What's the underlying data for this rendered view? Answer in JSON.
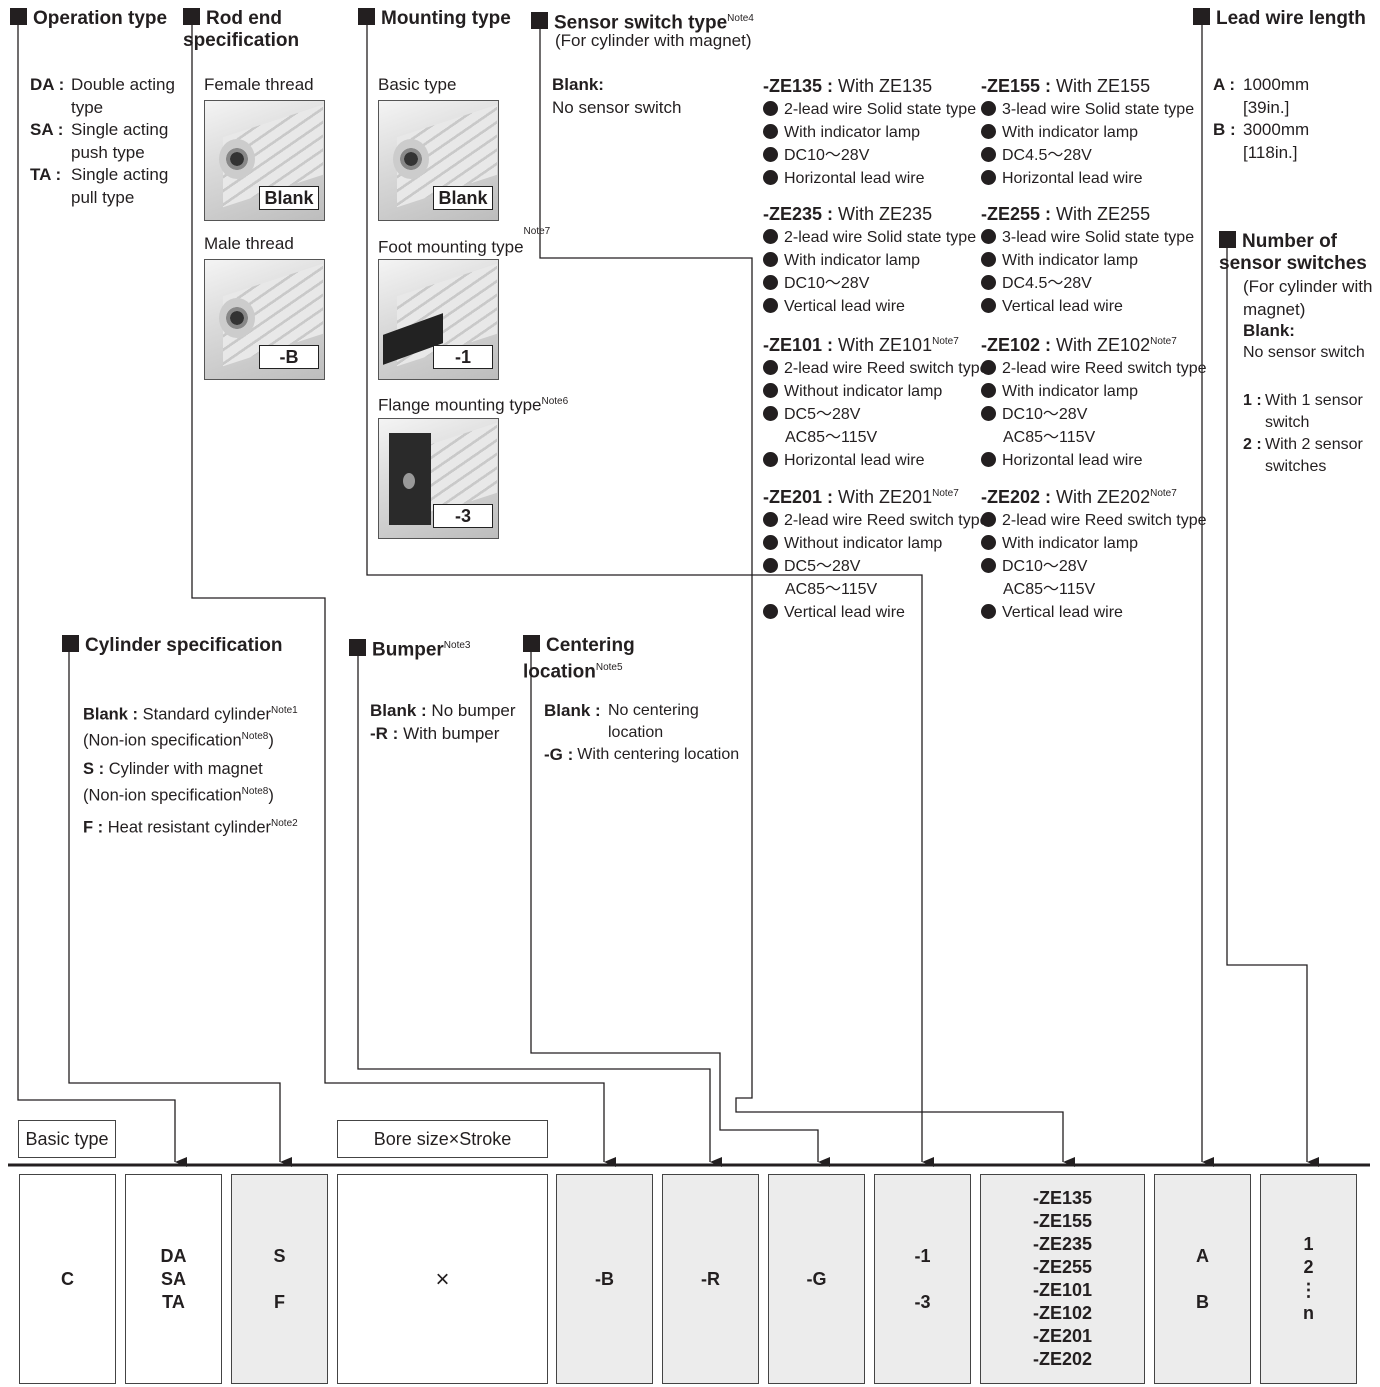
{
  "headers": {
    "operation": "Operation type",
    "rod_end": "Rod end specification",
    "mounting": "Mounting type",
    "sensor_switch": "Sensor switch type",
    "sensor_switch_note": "Note4",
    "sensor_switch_sub": "(For cylinder with magnet)",
    "lead_wire": "Lead wire length",
    "num_sensors": "Number of sensor switches",
    "num_sensors_sub": "(For cylinder with magnet)",
    "cylinder_spec": "Cylinder specification",
    "bumper": "Bumper",
    "bumper_note": "Note3",
    "centering": "Centering location",
    "centering_note": "Note5"
  },
  "operation": [
    {
      "code": "DA :",
      "text": "Double acting type"
    },
    {
      "code": "SA :",
      "text": "Single acting push type"
    },
    {
      "code": "TA :",
      "text": "Single acting pull type"
    }
  ],
  "rod_end": {
    "female": "Female thread",
    "female_code": "Blank",
    "male": "Male thread",
    "male_code": "-B"
  },
  "mounting": {
    "basic": "Basic type",
    "basic_code": "Blank",
    "foot": "Foot mounting type",
    "foot_note": "Note7",
    "foot_code": "-1",
    "flange": "Flange mounting type",
    "flange_note": "Note6",
    "flange_code": "-3"
  },
  "sensor_blank": {
    "code": "Blank:",
    "text": "No sensor switch"
  },
  "sensors": [
    {
      "code": "-ZE135 :",
      "with": "With ZE135",
      "note": "",
      "lines": [
        "2-lead wire Solid state type",
        "With indicator lamp",
        "DC10～28V",
        "Horizontal lead wire"
      ],
      "extra": ""
    },
    {
      "code": "-ZE155 :",
      "with": "With ZE155",
      "note": "",
      "lines": [
        "3-lead wire Solid state type",
        "With indicator lamp",
        "DC4.5～28V",
        "Horizontal lead wire"
      ],
      "extra": ""
    },
    {
      "code": "-ZE235 :",
      "with": "With ZE235",
      "note": "",
      "lines": [
        "2-lead wire Solid state type",
        "With indicator lamp",
        "DC10～28V",
        "Vertical lead wire"
      ],
      "extra": ""
    },
    {
      "code": "-ZE255 :",
      "with": "With ZE255",
      "note": "",
      "lines": [
        "3-lead wire Solid state type",
        "With indicator lamp",
        "DC4.5～28V",
        "Vertical lead wire"
      ],
      "extra": ""
    },
    {
      "code": "-ZE101 :",
      "with": "With ZE101",
      "note": "Note7",
      "lines": [
        "2-lead wire Reed switch type",
        "Without indicator lamp",
        "DC5～28V",
        "Horizontal lead wire"
      ],
      "extra": "AC85～115V"
    },
    {
      "code": "-ZE102 :",
      "with": "With ZE102",
      "note": "Note7",
      "lines": [
        "2-lead wire Reed switch type",
        "With indicator lamp",
        "DC10～28V",
        "Horizontal lead wire"
      ],
      "extra": "AC85～115V"
    },
    {
      "code": "-ZE201 :",
      "with": "With ZE201",
      "note": "Note7",
      "lines": [
        "2-lead wire Reed switch type",
        "Without indicator lamp",
        "DC5～28V",
        "Vertical lead wire"
      ],
      "extra": "AC85～115V"
    },
    {
      "code": "-ZE202 :",
      "with": "With ZE202",
      "note": "Note7",
      "lines": [
        "2-lead wire Reed switch type",
        "With indicator lamp",
        "DC10～28V",
        "Vertical lead wire"
      ],
      "extra": "AC85～115V"
    }
  ],
  "lead_wire": [
    {
      "code": "A :",
      "text": "1000mm",
      "sub": "[39in.]"
    },
    {
      "code": "B :",
      "text": "3000mm",
      "sub": "[118in.]"
    }
  ],
  "num_sensors": {
    "blank_code": "Blank:",
    "blank_text": "No sensor switch",
    "items": [
      {
        "code": "1 :",
        "text": "With 1 sensor switch"
      },
      {
        "code": "2 :",
        "text": "With 2 sensor switches"
      }
    ]
  },
  "cylinder_spec": [
    {
      "code": "Blank :",
      "text": "Standard cylinder",
      "note": "Note1",
      "sub": "(Non-ion specification",
      "sub_note": "Note8",
      "sub_end": ")"
    },
    {
      "code": "S :",
      "text": "Cylinder with magnet",
      "note": "",
      "sub": "(Non-ion specification",
      "sub_note": "Note8",
      "sub_end": ")"
    },
    {
      "code": "F :",
      "text": "Heat resistant cylinder",
      "note": "Note2",
      "sub": "",
      "sub_note": "",
      "sub_end": ""
    }
  ],
  "bumper": [
    {
      "code": "Blank :",
      "text": "No bumper"
    },
    {
      "code": "-R :",
      "text": "With bumper"
    }
  ],
  "centering": [
    {
      "code": "Blank :",
      "text": "No centering location"
    },
    {
      "code": "-G :",
      "text": "With centering location"
    }
  ],
  "labels": {
    "basic_type": "Basic type",
    "bore_stroke": "Bore size×Stroke"
  },
  "code_boxes": [
    {
      "lines": [
        "C"
      ]
    },
    {
      "lines": [
        "DA",
        "SA",
        "TA"
      ]
    },
    {
      "lines": [
        "S",
        "",
        "F"
      ]
    },
    {
      "lines": [
        "×"
      ]
    },
    {
      "lines": [
        "-B"
      ]
    },
    {
      "lines": [
        "-R"
      ]
    },
    {
      "lines": [
        "-G"
      ]
    },
    {
      "lines": [
        "-1",
        "",
        "-3"
      ]
    },
    {
      "lines": [
        "-ZE135",
        "-ZE155",
        "-ZE235",
        "-ZE255",
        "-ZE101",
        "-ZE102",
        "-ZE201",
        "-ZE202"
      ]
    },
    {
      "lines": [
        "A",
        "",
        "B"
      ]
    },
    {
      "lines": [
        "1",
        "2",
        "⋮",
        "n"
      ]
    }
  ]
}
